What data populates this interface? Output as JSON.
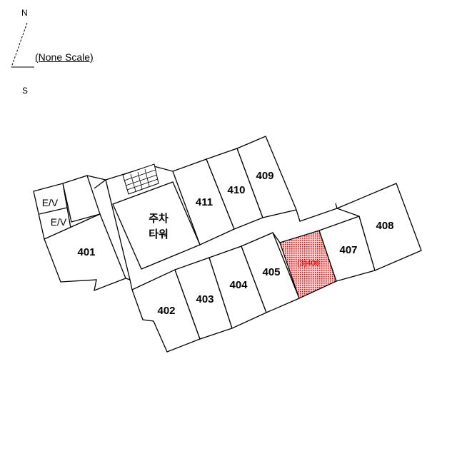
{
  "compass": {
    "north": "N",
    "south": "S"
  },
  "scale_note": "(None Scale)",
  "units": {
    "u401": "401",
    "u402": "402",
    "u403": "403",
    "u404": "404",
    "u405": "405",
    "u406": "(3)406",
    "u407": "407",
    "u408": "408",
    "u409": "409",
    "u410": "410",
    "u411": "411"
  },
  "elevators": {
    "ev1": "E/V",
    "ev2": "E/V"
  },
  "parking_tower": {
    "line1": "주차",
    "line2": "타워"
  },
  "colors": {
    "highlight": "#e00000",
    "line": "#000000"
  }
}
